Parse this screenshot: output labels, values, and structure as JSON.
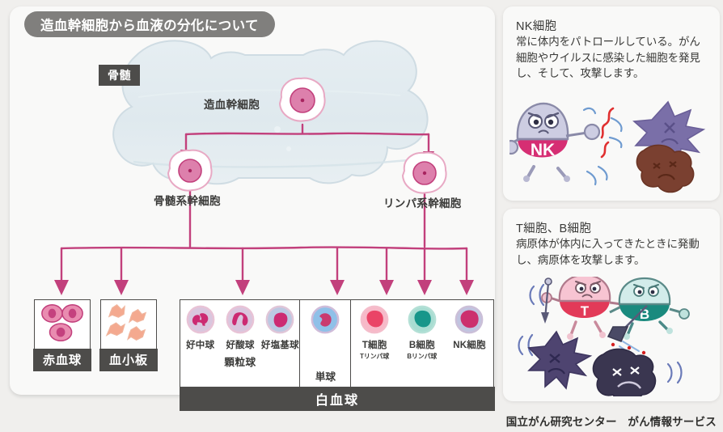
{
  "title": "造血幹細胞から血液の分化について",
  "diagram": {
    "marrow_label": "骨髄",
    "stem_cells": {
      "hsc": "造血幹細胞",
      "myeloid": "骨髄系幹細胞",
      "lymphoid": "リンパ系幹細胞"
    },
    "boxes": {
      "rbc": "赤血球",
      "platelet": "血小板",
      "wbc": "白血球"
    },
    "granulocytes": {
      "group_label": "顆粒球",
      "items": [
        "好中球",
        "好酸球",
        "好塩基球"
      ]
    },
    "monocyte": "単球",
    "lymphocytes": [
      {
        "name": "T細胞",
        "sub": "Tリンパ球"
      },
      {
        "name": "B細胞",
        "sub": "Bリンパ球"
      },
      {
        "name": "NK細胞",
        "sub": ""
      }
    ]
  },
  "panels": [
    {
      "title": "NK細胞",
      "body": "常に体内をパトロールしている。がん細胞やウイルスに感染した細胞を発見し、そして、攻撃します。",
      "character_label": "NK"
    },
    {
      "title": "T細胞、B細胞",
      "body": "病原体が体内に入ってきたときに発動し、病原体を攻撃します。",
      "character_labels": [
        "T",
        "B"
      ]
    }
  ],
  "footer": "国立がん研究センター　がん情報サービス",
  "colors": {
    "accent_pink": "#c2407c",
    "dark_gray": "#4d4c4a",
    "title_gray": "#807f7d",
    "bone_fill": "#e2ebef",
    "page_bg": "#f0efed",
    "card_bg": "#f9f9f8"
  }
}
